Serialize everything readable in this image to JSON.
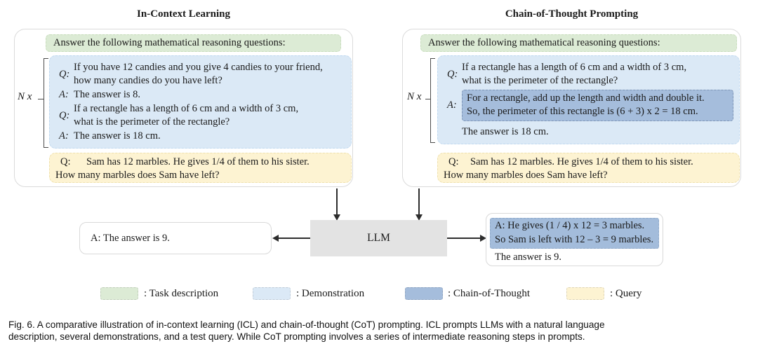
{
  "colors": {
    "task": "#dcebd5",
    "demo": "#dbe9f6",
    "cot": "#a5bddc",
    "cot_output": "#a3bcdb",
    "query": "#fdf3d2",
    "llm": "#e3e3e3"
  },
  "panels": [
    {
      "title": "In-Context Learning",
      "task_description": "Answer the following mathematical reasoning questions:",
      "repeat_label": "N x",
      "demo": [
        {
          "label": "Q:",
          "lines": [
            "If you have 12 candies and you give 4 candies to your friend,",
            "how many candies do you have left?"
          ]
        },
        {
          "label": "A:",
          "lines": [
            "The answer is 8."
          ]
        },
        {
          "label": "Q:",
          "lines": [
            "If a rectangle has a length of 6 cm and a width of 3 cm,",
            "what is the perimeter of the rectangle?"
          ]
        },
        {
          "label": "A:",
          "lines": [
            "The answer is 18 cm."
          ]
        }
      ],
      "query": {
        "label": "Q:",
        "line1": "Sam has 12 marbles. He gives 1/4 of them to his sister.",
        "line2": "How many marbles does Sam have left?"
      }
    },
    {
      "title": "Chain-of-Thought Prompting",
      "task_description": "Answer the following mathematical reasoning questions:",
      "repeat_label": "N x",
      "demo_q": {
        "label": "Q:",
        "lines": [
          "If a rectangle has a length of 6 cm and a width of 3 cm,",
          "what is the perimeter of the rectangle?"
        ]
      },
      "demo_a": {
        "label": "A:",
        "cot_lines": [
          "For a rectangle, add up the length and width and double it.",
          "So, the perimeter of this rectangle is (6 + 3) x 2 = 18 cm."
        ],
        "after": "The answer is 18 cm."
      },
      "query": {
        "label": "Q:",
        "line1": "Sam has 12 marbles. He gives 1/4 of them to his sister.",
        "line2": "How many marbles does Sam have left?"
      }
    }
  ],
  "llm_label": "LLM",
  "outputs": {
    "icl_answer": "A: The answer is 9.",
    "cot_lines": [
      "A: He gives (1 / 4) x 12 = 3 marbles.",
      "So Sam is left with 12 – 3 = 9 marbles."
    ],
    "cot_answer": "The answer is 9."
  },
  "legend": [
    {
      "label": ": Task description"
    },
    {
      "label": ": Demonstration"
    },
    {
      "label": ": Chain-of-Thought"
    },
    {
      "label": ": Query"
    }
  ],
  "caption": {
    "line1": "Fig. 6.  A comparative illustration of in-context learning (ICL) and chain-of-thought (CoT) prompting. ICL prompts LLMs with a natural language",
    "line2": "description, several demonstrations, and a test query. While CoT prompting involves a series of intermediate reasoning steps in prompts."
  }
}
